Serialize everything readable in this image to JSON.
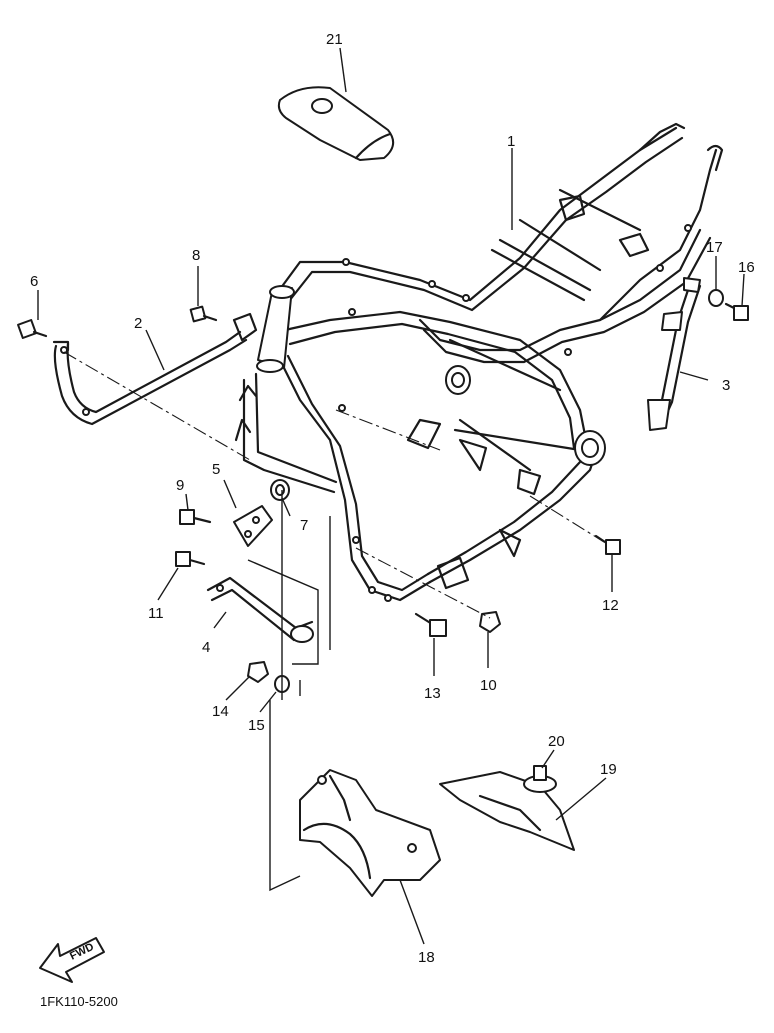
{
  "diagram": {
    "part_numbers": [
      "1",
      "2",
      "3",
      "4",
      "5",
      "6",
      "7",
      "8",
      "9",
      "10",
      "11",
      "12",
      "13",
      "14",
      "15",
      "16",
      "17",
      "18",
      "19",
      "20",
      "21"
    ],
    "direction_label": "FWD",
    "drawing_code": "1FK110-5200"
  }
}
